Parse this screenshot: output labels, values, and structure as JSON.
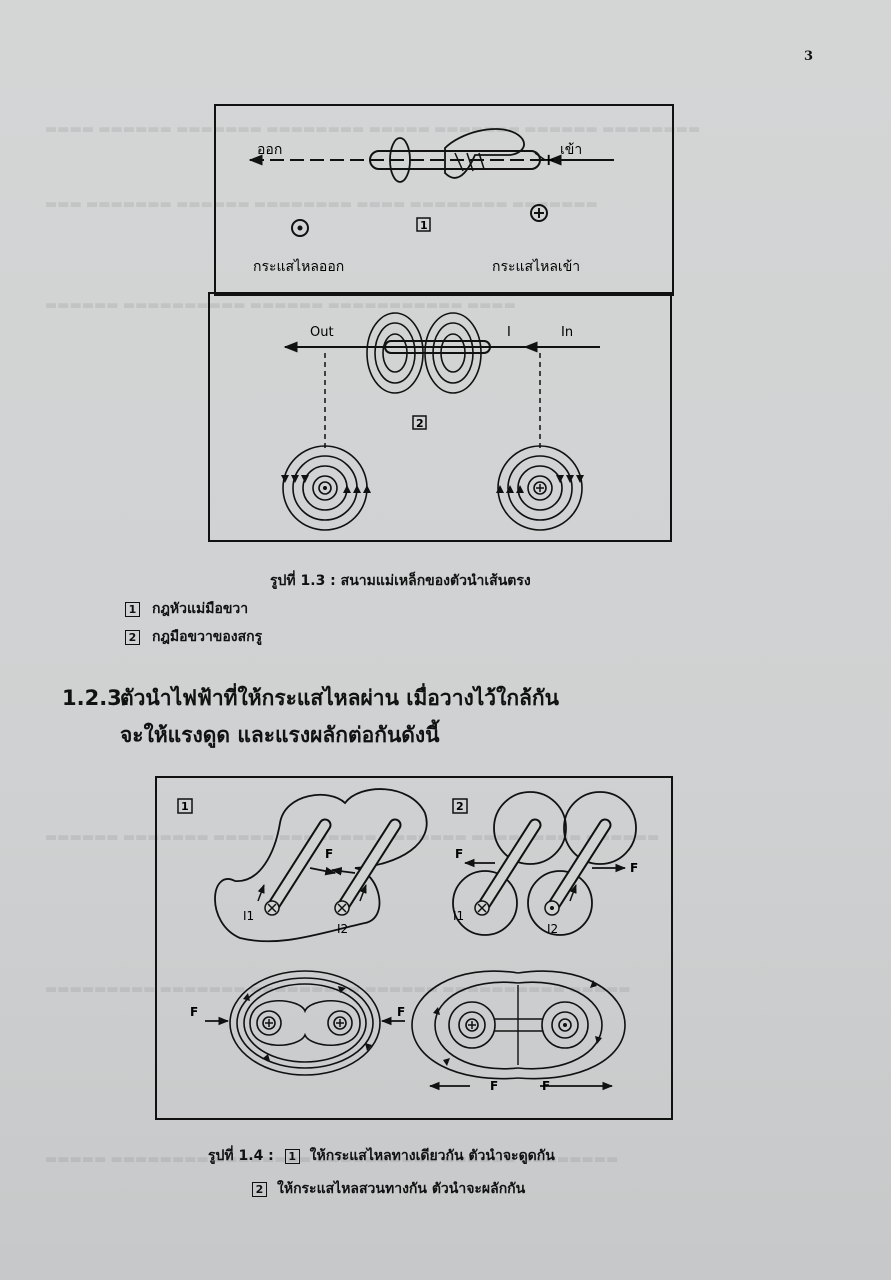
{
  "page_number": "3",
  "figure_1_3": {
    "panel1": {
      "number": "1",
      "out_label": "ออก",
      "in_label": "เข้า",
      "current_out_label": "กระแสไหลออก",
      "current_in_label": "กระแสไหลเข้า"
    },
    "panel2": {
      "number": "2",
      "out_label": "Out",
      "current_label": "I",
      "in_label": "In"
    },
    "caption": "รูปที่ 1.3 : สนามแม่เหล็กของตัวนำเส้นตรง"
  },
  "legend": [
    {
      "number": "1",
      "text": "กฎหัวแม่มือขวา"
    },
    {
      "number": "2",
      "text": "กฎมือขวาของสกรู"
    }
  ],
  "section": {
    "number": "1.2.3.",
    "line1": "ตัวนำไฟฟ้าที่ให้กระแสไหลผ่าน เมื่อวางไว้ใกล้กัน",
    "line2": "จะให้แรงดูด และแรงผลักต่อกันดังนี้"
  },
  "figure_1_4": {
    "panel1_number": "1",
    "panel2_number": "2",
    "force_label": "F",
    "current1_label": "I1",
    "current2_label": "I2",
    "caption_prefix": "รูปที่ 1.4 :",
    "caption_line1_number": "1",
    "caption_line1": "ให้กระแสไหลทางเดียวกัน ตัวนำจะดูดกัน",
    "caption_line2_number": "2",
    "caption_line2": "ให้กระแสไหลสวนทางกัน ตัวนำจะผลักกัน"
  }
}
